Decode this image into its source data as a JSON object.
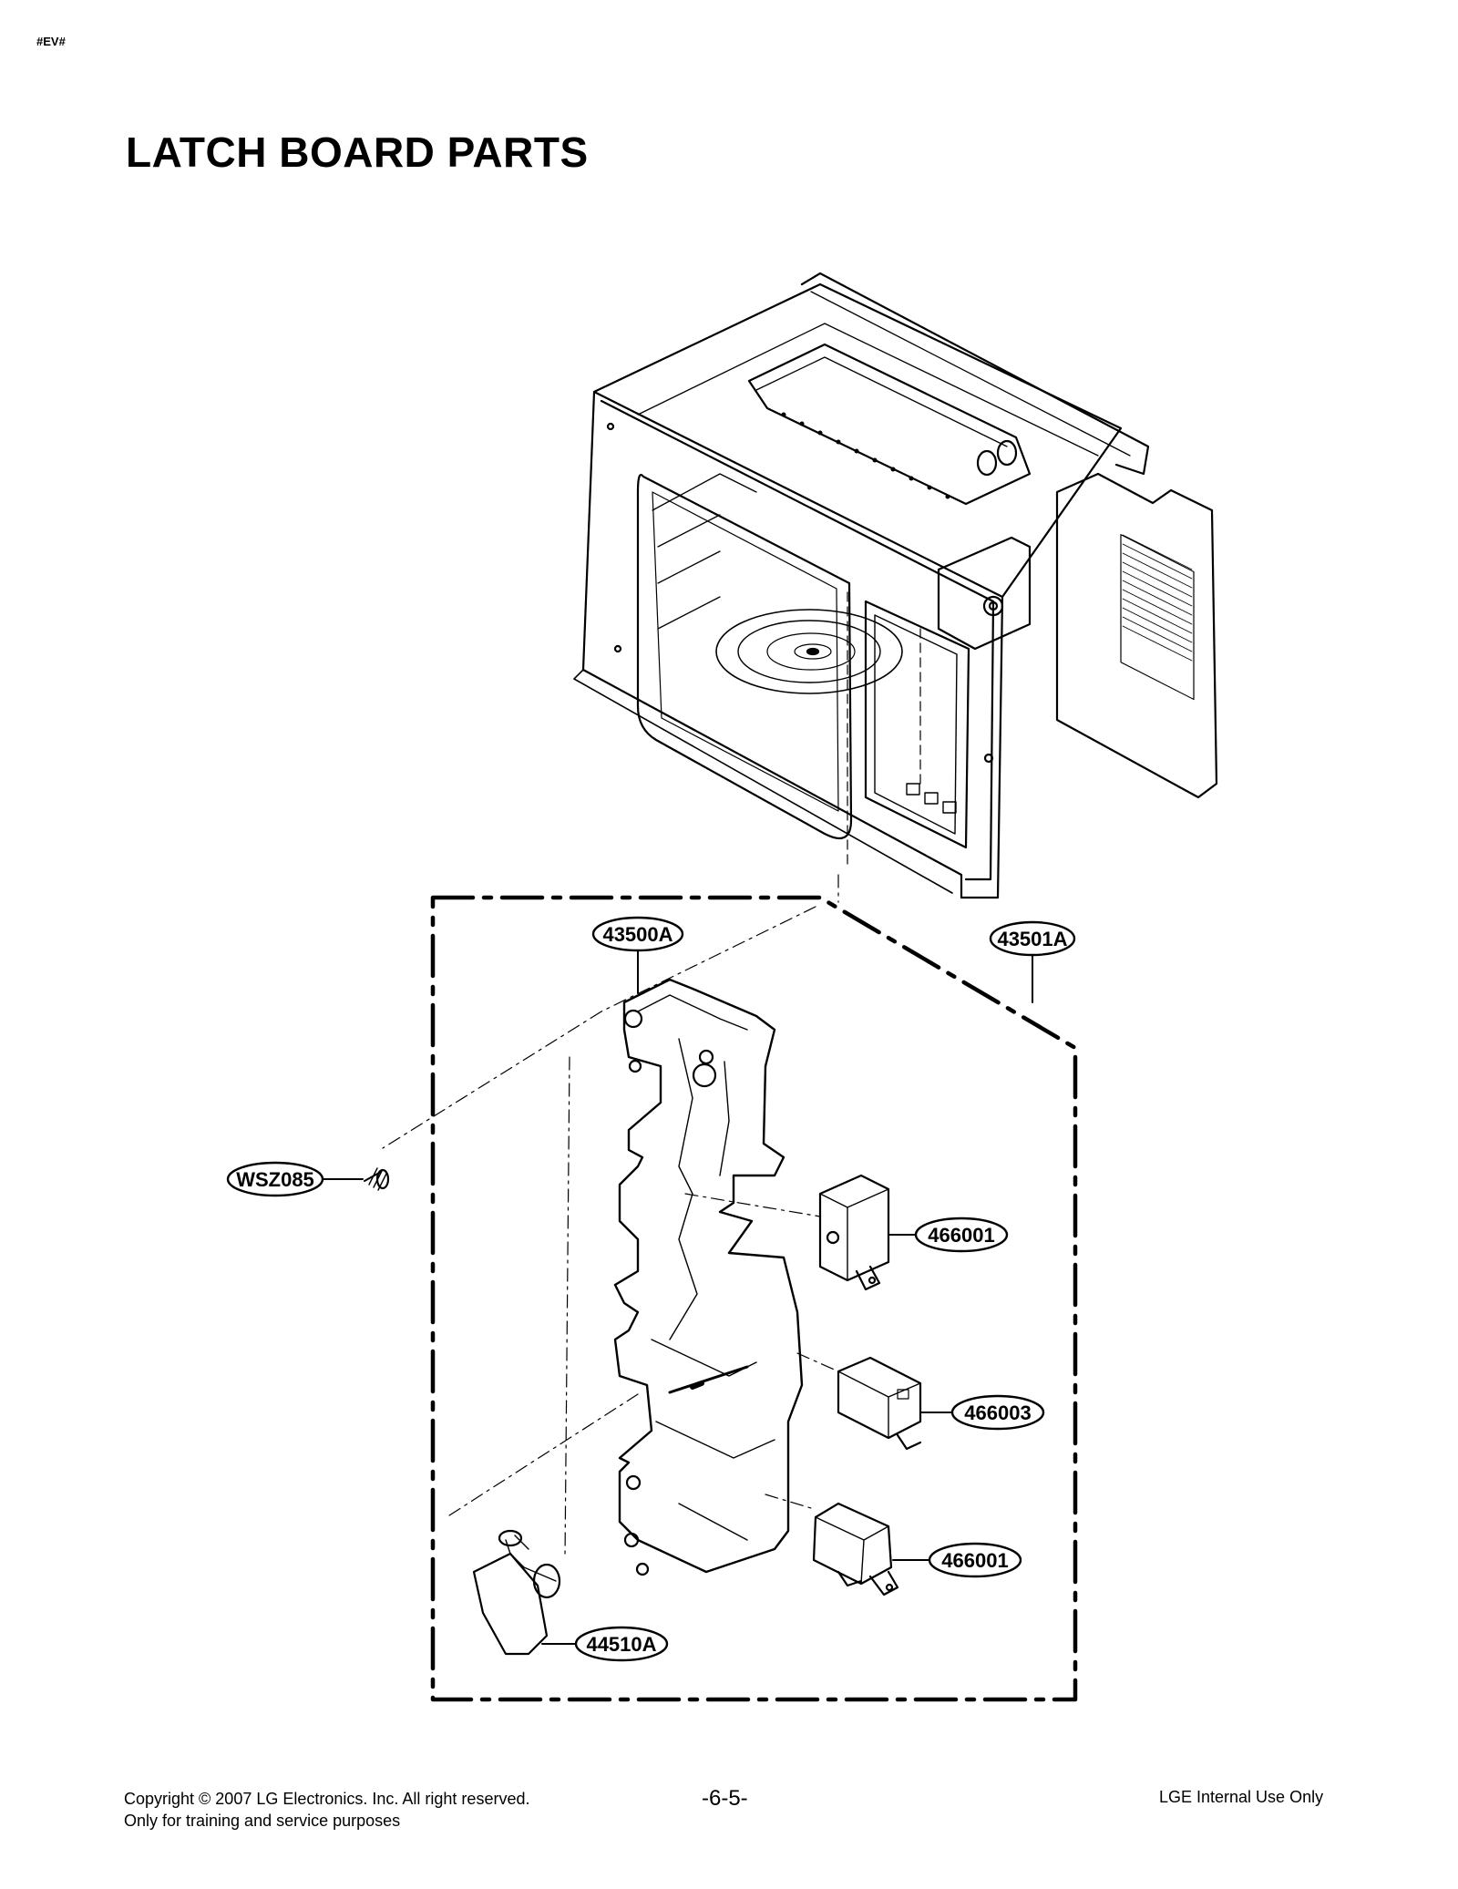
{
  "header": {
    "tag": "#EV#"
  },
  "title": "LATCH BOARD PARTS",
  "parts": {
    "latch_board": "43500A",
    "latch_assembly": "43501A",
    "screw": "WSZ085",
    "switch_upper": "466001",
    "switch_middle": "466003",
    "switch_lower": "466001",
    "lever": "44510A"
  },
  "footer": {
    "copyright": "Copyright © 2007 LG Electronics. Inc. All right reserved.",
    "purpose": "Only for training and service purposes",
    "page_number": "-6-5-",
    "usage": "LGE Internal Use Only"
  }
}
